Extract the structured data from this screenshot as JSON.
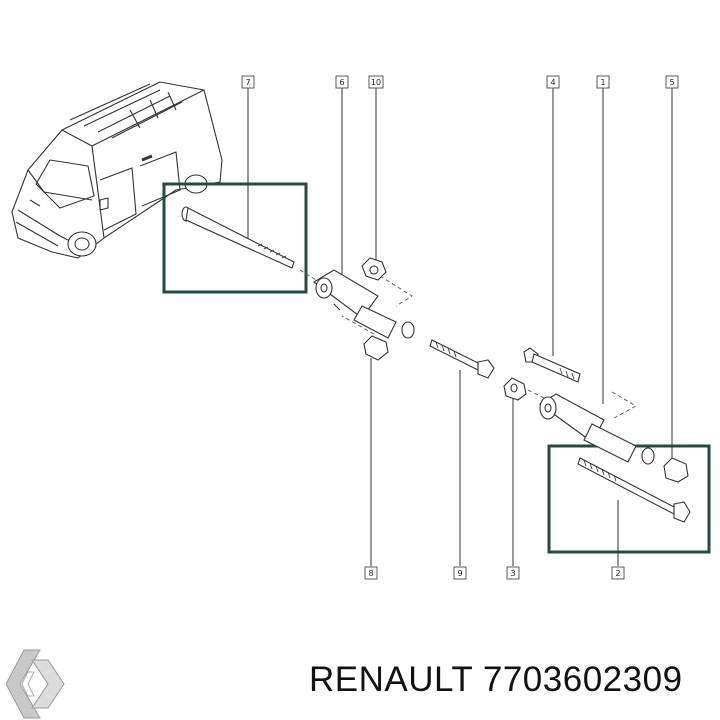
{
  "brand": {
    "name": "RENAULT",
    "part_number": "7703602309"
  },
  "callouts": [
    "7",
    "6",
    "10",
    "4",
    "1",
    "5",
    "8",
    "9",
    "3",
    "2"
  ],
  "colors": {
    "highlight": "#1f4f3a",
    "line": "#333333",
    "background": "#ffffff"
  },
  "icons": [
    "renault-logo-icon",
    "van-illustration"
  ]
}
